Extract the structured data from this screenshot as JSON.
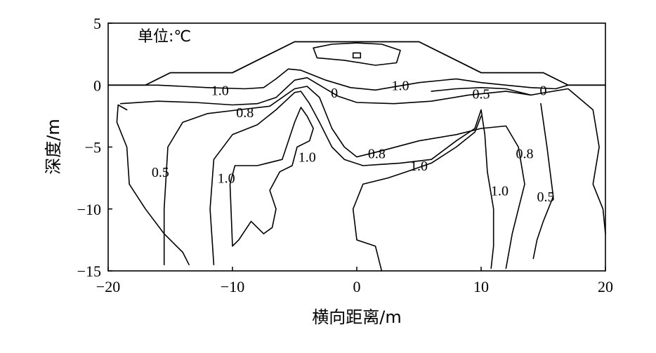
{
  "chart_data": {
    "type": "contour",
    "unit_note": "单位:℃",
    "xlabel": "横向距离/m",
    "ylabel": "深度/m",
    "xlim": [
      -20,
      20
    ],
    "ylim": [
      -15,
      5
    ],
    "x_ticks": [
      -20,
      -10,
      0,
      10,
      20
    ],
    "y_ticks": [
      5,
      0,
      -5,
      -10,
      -15
    ],
    "x_tick_labels": [
      "−20",
      "−10",
      "0",
      "10",
      "20"
    ],
    "y_tick_labels": [
      "5",
      "0",
      "−5",
      "−10",
      "−15"
    ],
    "surface_profile": [
      [
        -20,
        0
      ],
      [
        -17,
        0
      ],
      [
        -15,
        1
      ],
      [
        -10,
        1
      ],
      [
        -5,
        3.5
      ],
      [
        5,
        3.5
      ],
      [
        10,
        1
      ],
      [
        15,
        1
      ],
      [
        17,
        0
      ],
      [
        20,
        0
      ]
    ],
    "contours": [
      {
        "level": "-0.5",
        "points": [
          [
            -18.5,
            -2
          ],
          [
            -19.2,
            -1.6
          ],
          [
            -19.3,
            -3
          ],
          [
            -18.5,
            -5
          ],
          [
            -18.3,
            -8
          ],
          [
            -17,
            -10
          ],
          [
            -15.5,
            -12
          ],
          [
            -14,
            -13.5
          ],
          [
            -13.5,
            -14.5
          ]
        ]
      },
      {
        "level": "-0.5",
        "points": [
          [
            14.8,
            -1.5
          ],
          [
            15.3,
            -5
          ],
          [
            15.8,
            -9
          ],
          [
            15,
            -11
          ],
          [
            14.5,
            -12.5
          ],
          [
            14.2,
            -14
          ]
        ]
      },
      {
        "level": "-0.5",
        "points": [
          [
            6,
            -0.5
          ],
          [
            8,
            -0.3
          ],
          [
            10,
            -0.2
          ],
          [
            12,
            -0.3
          ],
          [
            14,
            -0.8
          ]
        ]
      },
      {
        "level": "1.0",
        "points": [
          [
            -20,
            0
          ],
          [
            -16,
            0
          ],
          [
            -12,
            -0.2
          ],
          [
            -9,
            -0.3
          ],
          [
            -7.5,
            -0.2
          ],
          [
            -6.5,
            0.5
          ],
          [
            -5.5,
            1.3
          ],
          [
            -4.5,
            1.2
          ],
          [
            -2.5,
            0.4
          ],
          [
            -0.5,
            -0.2
          ],
          [
            1.5,
            -0.4
          ],
          [
            5,
            0.2
          ],
          [
            8,
            0.5
          ],
          [
            10,
            0.2
          ],
          [
            12,
            0
          ],
          [
            14,
            -0.2
          ],
          [
            16,
            -0.3
          ],
          [
            17,
            0
          ],
          [
            20,
            0
          ]
        ]
      },
      {
        "level": "0",
        "points": [
          [
            -19,
            -1.5
          ],
          [
            -16,
            -1.3
          ],
          [
            -13,
            -1.4
          ],
          [
            -10,
            -1.6
          ],
          [
            -8,
            -1.5
          ],
          [
            -6.5,
            -1
          ],
          [
            -5,
            0.4
          ],
          [
            -4,
            0.6
          ],
          [
            -3,
            0
          ],
          [
            -1.5,
            -0.9
          ],
          [
            0,
            -1.4
          ],
          [
            3,
            -1.5
          ],
          [
            6,
            -1.3
          ],
          [
            9,
            -0.8
          ],
          [
            12,
            -0.5
          ],
          [
            14,
            -0.8
          ],
          [
            17,
            -0.3
          ],
          [
            19,
            -2
          ],
          [
            19.5,
            -5
          ],
          [
            19,
            -8
          ],
          [
            19.8,
            -10
          ],
          [
            20,
            -12
          ]
        ]
      },
      {
        "level": "0.8",
        "points": [
          [
            -15.5,
            -14.5
          ],
          [
            -15.5,
            -10
          ],
          [
            -15.2,
            -5
          ],
          [
            -14,
            -3
          ],
          [
            -12,
            -2.3
          ],
          [
            -9.5,
            -2
          ],
          [
            -7,
            -1.7
          ],
          [
            -5,
            -0.3
          ],
          [
            -4,
            -0.1
          ],
          [
            -3,
            -1
          ],
          [
            -2,
            -3.5
          ],
          [
            -1,
            -5
          ],
          [
            0,
            -5.8
          ],
          [
            2,
            -5.3
          ],
          [
            5,
            -4.5
          ],
          [
            8,
            -4
          ],
          [
            10,
            -3.5
          ],
          [
            12,
            -3.3
          ],
          [
            13,
            -5
          ],
          [
            13.5,
            -8
          ],
          [
            13,
            -10
          ],
          [
            12.5,
            -12
          ],
          [
            12,
            -14.8
          ]
        ]
      },
      {
        "level": "1.0",
        "points": [
          [
            -11.5,
            -14.5
          ],
          [
            -11.8,
            -10
          ],
          [
            -11.5,
            -6
          ],
          [
            -10,
            -4
          ],
          [
            -8,
            -3.2
          ],
          [
            -6.5,
            -2
          ],
          [
            -5,
            -0.6
          ],
          [
            -4.5,
            -0.5
          ],
          [
            -3.8,
            -1.5
          ],
          [
            -3,
            -3
          ],
          [
            -2,
            -5
          ],
          [
            -1,
            -6
          ],
          [
            0.5,
            -6.5
          ],
          [
            2,
            -6.4
          ],
          [
            3.5,
            -6.3
          ],
          [
            6,
            -6
          ],
          [
            8,
            -4.5
          ],
          [
            9.5,
            -3.5
          ],
          [
            10,
            -2
          ],
          [
            10.3,
            -4
          ],
          [
            10.5,
            -7
          ],
          [
            11,
            -10
          ],
          [
            11,
            -13
          ],
          [
            10.8,
            -14.8
          ]
        ]
      },
      {
        "level": "1.0",
        "points": [
          [
            -10,
            -13
          ],
          [
            -10.2,
            -8
          ],
          [
            -9.8,
            -6.5
          ],
          [
            -8,
            -6.5
          ],
          [
            -6,
            -6
          ],
          [
            -5,
            -3
          ],
          [
            -4.5,
            -1.8
          ],
          [
            -4,
            -2.5
          ],
          [
            -3.5,
            -3.5
          ],
          [
            -3.8,
            -4.5
          ],
          [
            -4.8,
            -5
          ],
          [
            -5.2,
            -6.5
          ],
          [
            -6.2,
            -7
          ],
          [
            -7,
            -8.5
          ],
          [
            -6.5,
            -10
          ],
          [
            -6.8,
            -11.5
          ],
          [
            -7.5,
            -12
          ],
          [
            -8.5,
            -11
          ],
          [
            -9.5,
            -12.5
          ],
          [
            -10,
            -13
          ]
        ]
      },
      {
        "level": "1.0",
        "points": [
          [
            2,
            -15
          ],
          [
            1.5,
            -13
          ],
          [
            0,
            -12.5
          ],
          [
            -0.3,
            -10
          ],
          [
            0.5,
            -8
          ],
          [
            2.5,
            -7.5
          ],
          [
            4,
            -7
          ],
          [
            6,
            -6.3
          ],
          [
            8,
            -5
          ],
          [
            9.5,
            -3.8
          ],
          [
            10,
            -2.5
          ]
        ]
      },
      {
        "level": "hot",
        "points": [
          [
            -3.5,
            3
          ],
          [
            -2,
            3.3
          ],
          [
            0,
            3.4
          ],
          [
            2,
            3.3
          ],
          [
            3.5,
            2.8
          ],
          [
            3.2,
            1.8
          ],
          [
            1.5,
            1.6
          ],
          [
            -1,
            2
          ],
          [
            -3.2,
            2.2
          ],
          [
            -3.5,
            3
          ]
        ]
      },
      {
        "level": "hot",
        "points": [
          [
            -0.3,
            2.6
          ],
          [
            0.3,
            2.6
          ],
          [
            0.3,
            2.2
          ],
          [
            -0.3,
            2.2
          ],
          [
            -0.3,
            2.6
          ]
        ]
      }
    ],
    "contour_labels": [
      {
        "text": "1.0",
        "x": -11,
        "y": -0.4
      },
      {
        "text": "0",
        "x": -1.8,
        "y": -0.6
      },
      {
        "text": "1.0",
        "x": 3.5,
        "y": 0
      },
      {
        "text": "0.5",
        "x": 10,
        "y": -0.7
      },
      {
        "text": "0",
        "x": 15,
        "y": -0.4
      },
      {
        "text": "0.8",
        "x": -9,
        "y": -2.2
      },
      {
        "text": "1.0",
        "x": -4,
        "y": -5.8
      },
      {
        "text": "0.8",
        "x": 1.6,
        "y": -5.5
      },
      {
        "text": "1.0",
        "x": 5,
        "y": -6.5
      },
      {
        "text": "0.5",
        "x": -15.8,
        "y": -7
      },
      {
        "text": "1.0",
        "x": -10.5,
        "y": -7.5
      },
      {
        "text": "1.0",
        "x": 11.5,
        "y": -8.5
      },
      {
        "text": "0.8",
        "x": 13.5,
        "y": -5.5
      },
      {
        "text": "0.5",
        "x": 15.2,
        "y": -9
      }
    ]
  }
}
